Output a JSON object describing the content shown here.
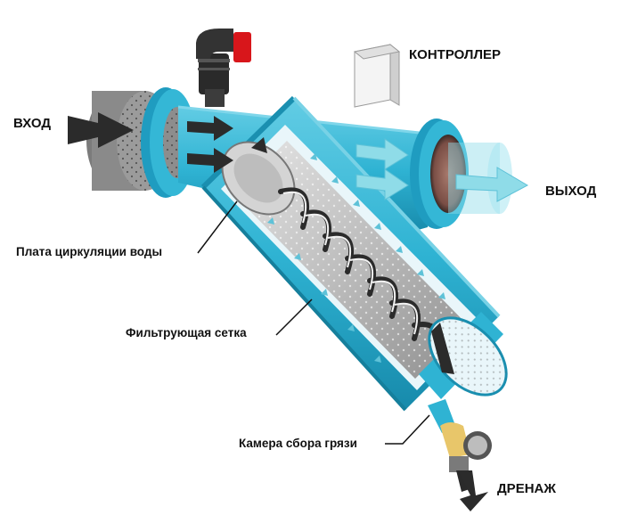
{
  "labels": {
    "inlet": "ВХОД",
    "controller": "КОНТРОЛЛЕР",
    "outlet": "ВЫХОД",
    "circulation_plate": "Плата циркуляции воды",
    "filter_mesh": "Фильтрующая сетка",
    "dirt_chamber": "Камера сбора грязи",
    "drain": "ДРЕНАЖ"
  },
  "colors": {
    "body": "#2fb3d3",
    "body_dark": "#1a8fb0",
    "body_light": "#7fd6ea",
    "mesh": "#c9c9c9",
    "arrow_dark": "#2b2b2b",
    "arrow_light": "#8fdce8",
    "valve_red": "#d8161b",
    "drain_valve": "#e8c66a",
    "controller_box": "#f2f2f2"
  },
  "icons": [
    "inlet-arrow-icon",
    "outlet-arrow-icon",
    "drain-arrow-icon",
    "air-valve-icon",
    "drain-valve-icon"
  ]
}
